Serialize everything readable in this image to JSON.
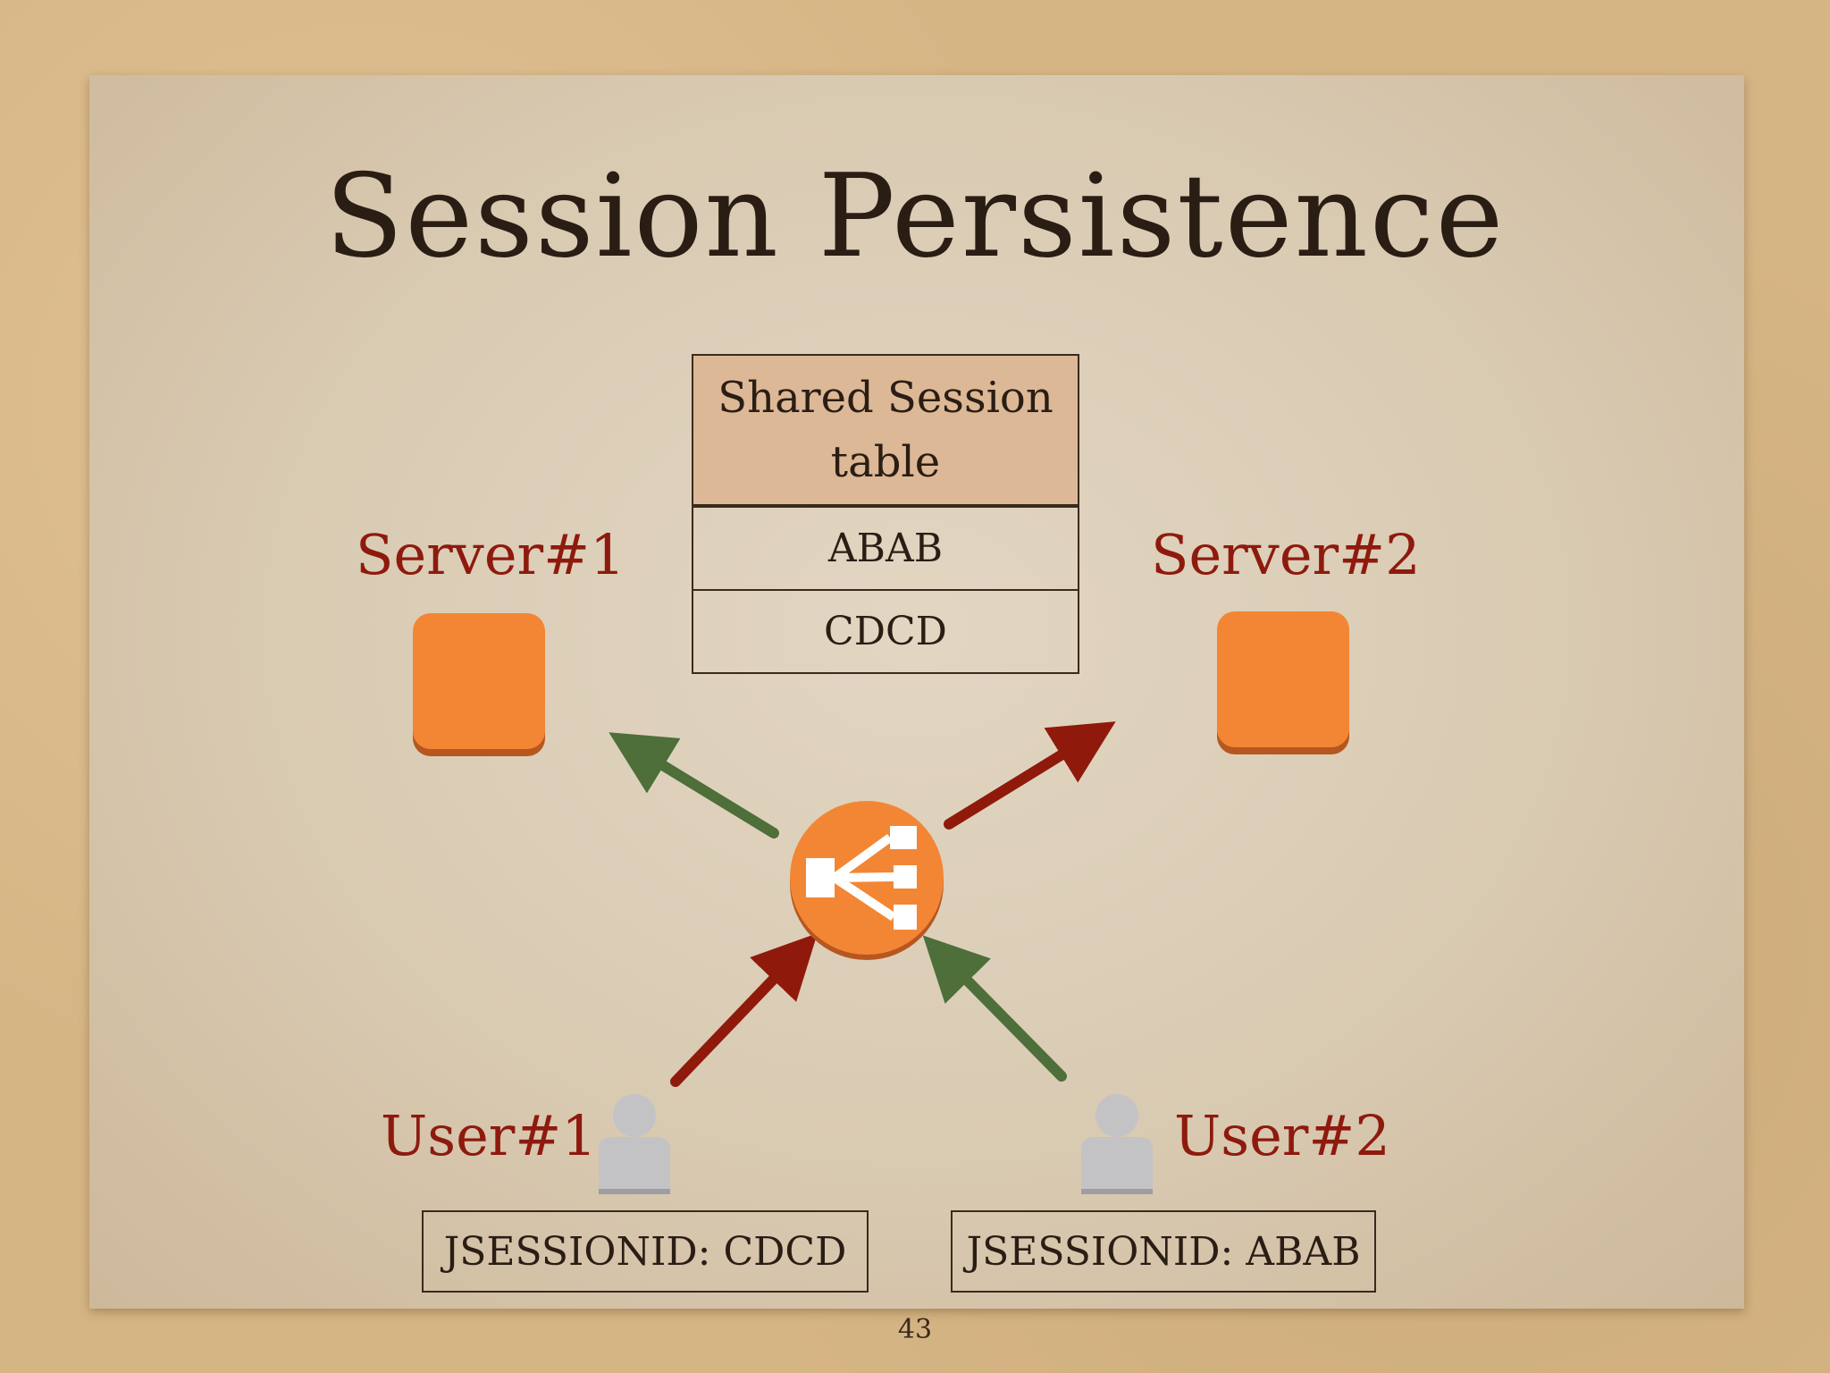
{
  "slide": {
    "title": "Session Persistence",
    "page_number": "43"
  },
  "servers": [
    {
      "label": "Server#1"
    },
    {
      "label": "Server#2"
    }
  ],
  "session_table": {
    "header": "Shared Session table",
    "rows": [
      "ABAB",
      "CDCD"
    ]
  },
  "users": [
    {
      "label": "User#1",
      "cookie": "JSESSIONID: CDCD"
    },
    {
      "label": "User#2",
      "cookie": "JSESSIONID: ABAB"
    }
  ],
  "colors": {
    "label_red": "#8e1a0e",
    "arrow_red": "#8f1a0c",
    "arrow_green": "#4e6e3a",
    "node_orange": "#f38635",
    "user_gray": "#c3c3c5"
  },
  "icons": {
    "load_balancer": "load-balancer-icon",
    "server": "server-icon",
    "user": "user-icon"
  }
}
